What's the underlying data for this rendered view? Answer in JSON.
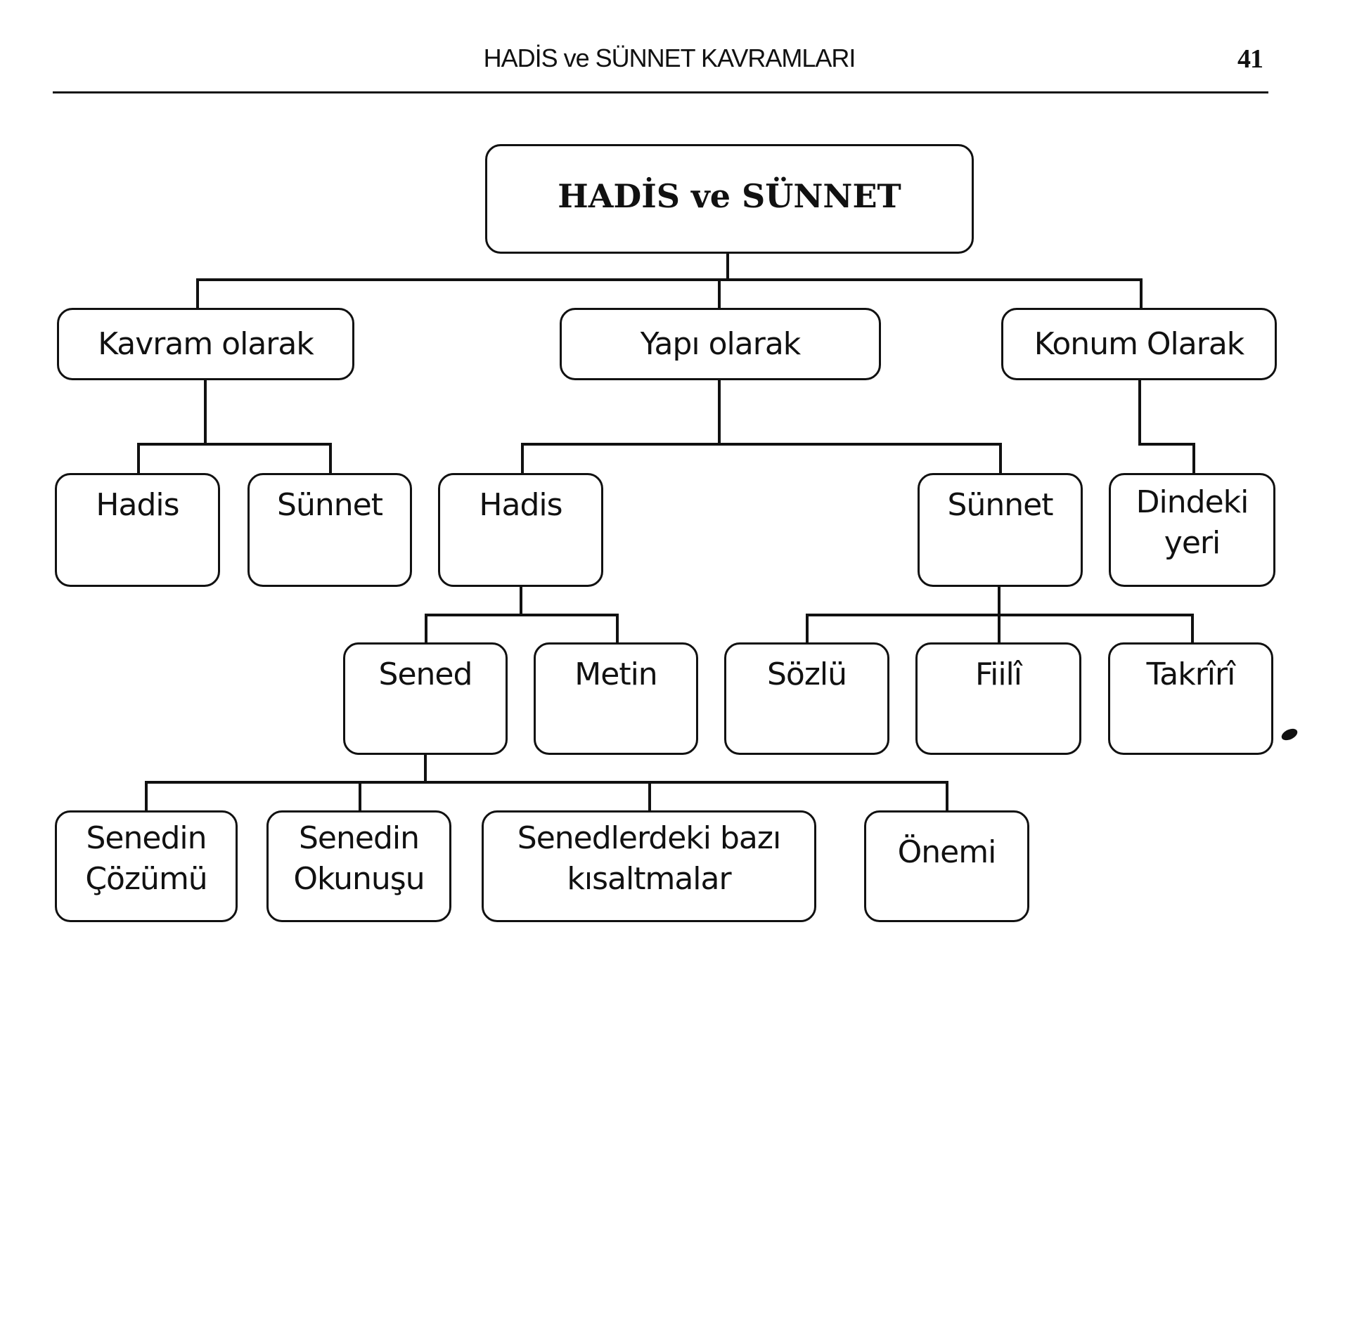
{
  "header": {
    "title": "HADİS ve SÜNNET KAVRAMLARI",
    "page_number": "41"
  },
  "diagram": {
    "root": "HADİS ve SÜNNET",
    "level1": {
      "kavram": "Kavram olarak",
      "yapi": "Yapı olarak",
      "konum": "Konum Olarak"
    },
    "kavram_children": [
      "Hadis",
      "Sünnet"
    ],
    "yapi_children": [
      "Hadis",
      "Sünnet"
    ],
    "konum_children": [
      [
        "Dindeki",
        "yeri"
      ]
    ],
    "hadis_children": [
      "Sened",
      "Metin"
    ],
    "sunnet_children": [
      "Sözlü",
      "Fiilî",
      "Takrîrî"
    ],
    "sened_children": [
      [
        "Senedin",
        "Çözümü"
      ],
      [
        "Senedin",
        "Okunuşu"
      ],
      [
        "Senedlerdeki bazı",
        "kısaltmalar"
      ],
      [
        "Önemi"
      ]
    ]
  }
}
